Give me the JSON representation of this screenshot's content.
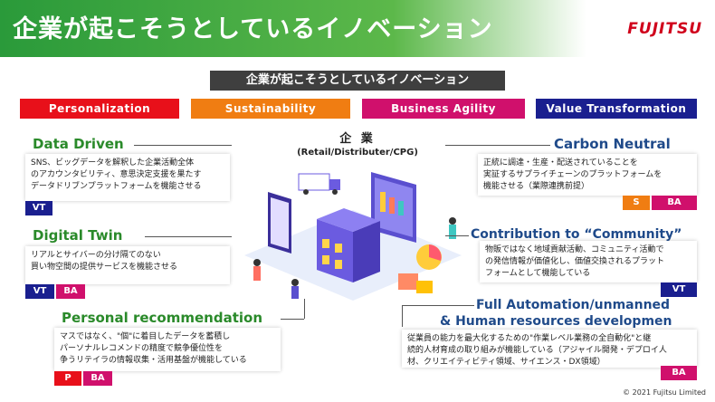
{
  "header": {
    "title": "企業が起こそうとしているイノベーション",
    "logo": "FUJITSU"
  },
  "banner": "企業が起こそうとしているイノベーション",
  "categories": [
    {
      "label": "Personalization",
      "color": "#e8101a"
    },
    {
      "label": "Sustainability",
      "color": "#f07d12"
    },
    {
      "label": "Business Agility",
      "color": "#d0106c"
    },
    {
      "label": "Value Transformation",
      "color": "#1a1f8f"
    }
  ],
  "center": {
    "title": "企 業",
    "subtitle": "(Retail/Distributer/CPG)"
  },
  "sections": {
    "data_driven": {
      "title": "Data Driven",
      "body": "SNS、ビッグデータを解釈した企業活動全体\nのアカウンタビリティ、意思決定支援を果たす\nデータドリブンプラットフォームを機能させる",
      "tags": [
        "VT"
      ]
    },
    "digital_twin": {
      "title": "Digital Twin",
      "body": "リアルとサイバーの分け隔てのない\n買い物空間の提供サービスを機能させる",
      "tags": [
        "VT",
        "BA"
      ]
    },
    "personal_recommendation": {
      "title": "Personal recommendation",
      "body": "マスではなく、\"個\"に着目したデータを蓄積し\nパーソナルレコメンドの精度で競争優位性を\n争うリテイラの情報収集・活用基盤が機能している",
      "tags": [
        "P",
        "BA"
      ]
    },
    "carbon_neutral": {
      "title": "Carbon Neutral",
      "body": "正統に調達・生産・配送されていることを\n実証するサプライチェーンのプラットフォームを\n機能させる（業際連携前提）",
      "tags": [
        "S",
        "BA"
      ]
    },
    "community": {
      "title": "Contribution to “Community”",
      "body": "物販ではなく地域貢献活動、コミュニティ活動で\nの発信情報が価値化し、価値交換されるプラット\nフォームとして機能している",
      "tags": [
        "VT"
      ]
    },
    "full_automation": {
      "title_line1": "Full Automation/unmanned",
      "title_line2": "& Human resources developmen",
      "body": "従業員の能力を最大化するための\"作業レベル業務の全自動化\"と継\n続的人材育成の取り組みが機能している（アジャイル開発・デプロイ人\n材、クリエイティビティ領域、サイエンス・DX領域）",
      "tags": [
        "BA"
      ]
    }
  },
  "copyright": "© 2021 Fujitsu Limited"
}
